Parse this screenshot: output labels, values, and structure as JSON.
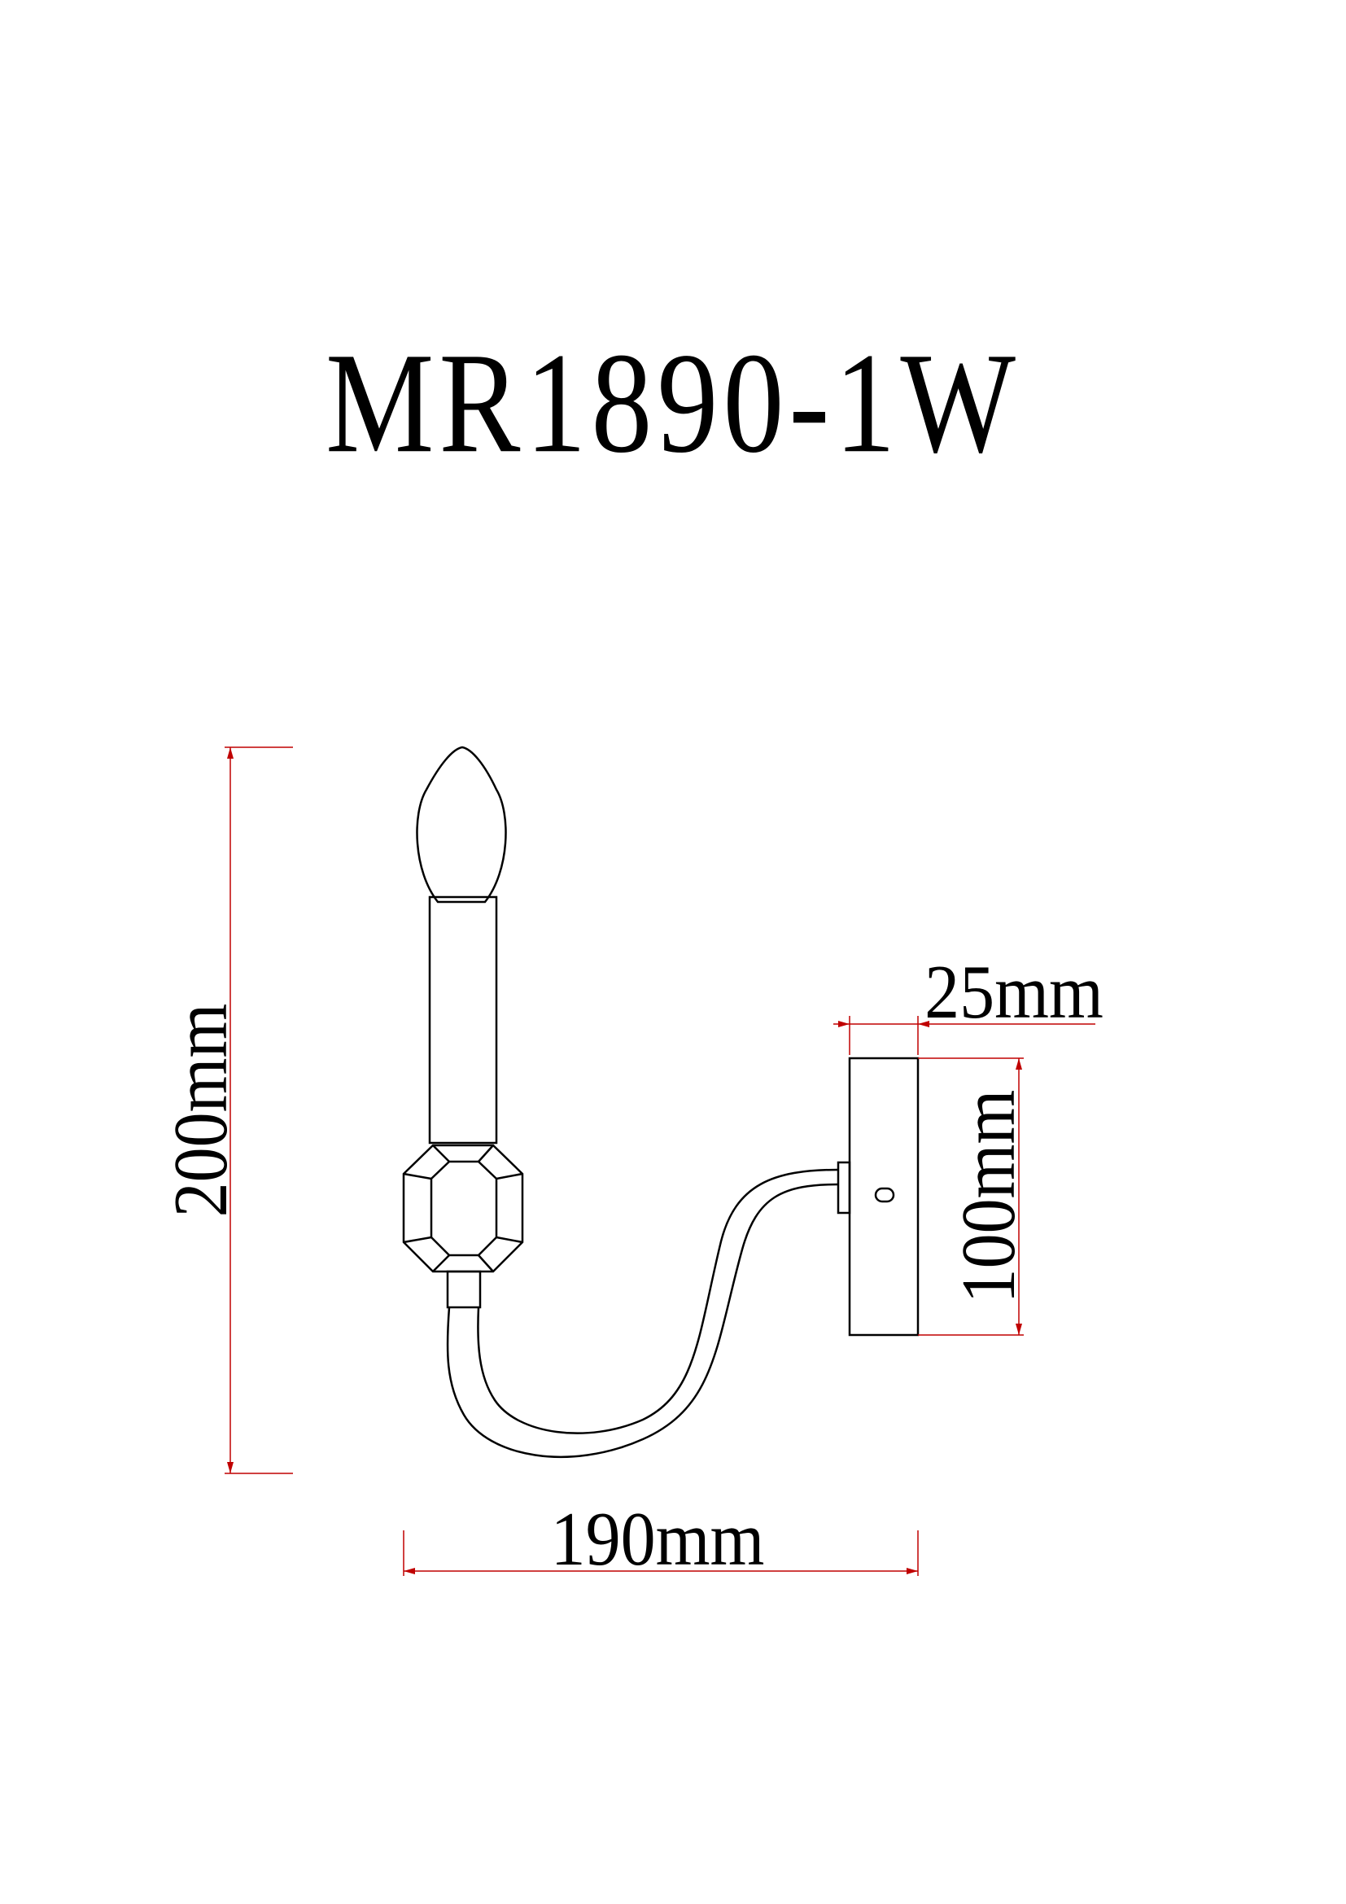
{
  "title": "MR1890-1W",
  "dimensions": {
    "height": "200mm",
    "width": "190mm",
    "backplate_depth": "25mm",
    "backplate_height": "100mm"
  },
  "colors": {
    "line": "#000000",
    "dimension_line": "#c00000"
  }
}
